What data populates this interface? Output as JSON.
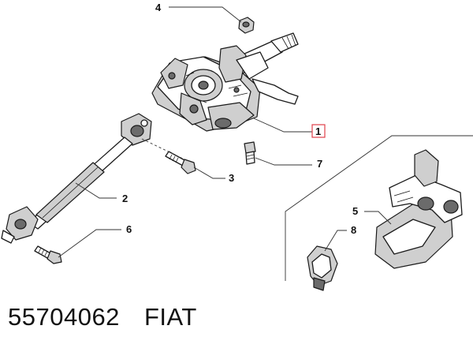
{
  "callouts": {
    "c1": "1",
    "c2": "2",
    "c3": "3",
    "c4": "4",
    "c5": "5",
    "c6": "6",
    "c7": "7",
    "c8": "8"
  },
  "footer": {
    "part_number": "55704062",
    "brand": "FIAT"
  },
  "colors": {
    "highlight_box": "#e0404a",
    "line": "#1a1a1a"
  }
}
